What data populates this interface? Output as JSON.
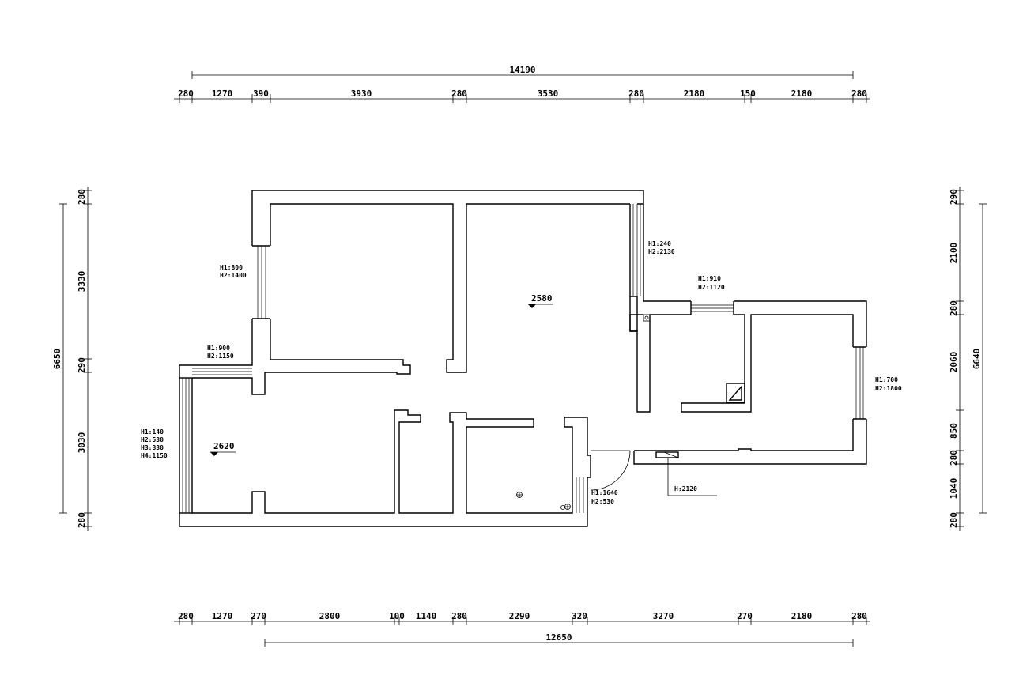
{
  "dimensions": {
    "top_total": "14190",
    "top": [
      "280",
      "1270",
      "390",
      "3930",
      "280",
      "3530",
      "280",
      "2180",
      "150",
      "2180",
      "280"
    ],
    "bottom": [
      "280",
      "1270",
      "270",
      "2800",
      "100",
      "1140",
      "280",
      "2290",
      "320",
      "3270",
      "270",
      "2180",
      "280"
    ],
    "bottom_total": "12650",
    "left_total": "6650",
    "left": [
      "280",
      "3330",
      "290",
      "3030",
      "280"
    ],
    "right_total": "6640",
    "right": [
      "290",
      "2100",
      "280",
      "2060",
      "850",
      "280",
      "1040",
      "280"
    ]
  },
  "annotations": {
    "win_left_top": [
      "H1:800",
      "H2:1400"
    ],
    "win_left_mid": [
      "H1:900",
      "H2:1150"
    ],
    "win_left_bottom": [
      "H1:140",
      "H2:530",
      "H3:330",
      "H4:1150"
    ],
    "win_right_upper": [
      "H1:240",
      "H2:2130"
    ],
    "win_right_mid": [
      "H1:910",
      "H2:1120"
    ],
    "win_far_right": [
      "H1:700",
      "H2:1800"
    ],
    "win_bottom_mid": [
      "H1:1640",
      "H2:530"
    ],
    "beam": [
      "H:2120"
    ]
  },
  "levels": {
    "living": "2580",
    "balcony": "2620"
  }
}
